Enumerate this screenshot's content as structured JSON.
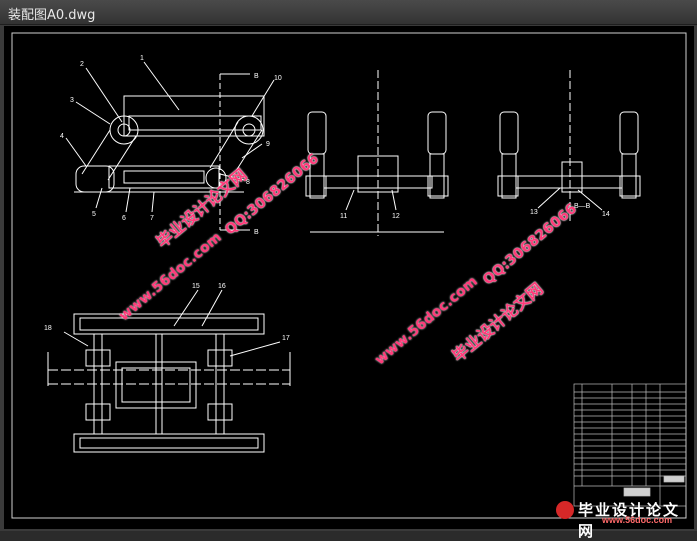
{
  "window": {
    "title": "装配图A0.dwg"
  },
  "callouts": {
    "c1": "1",
    "c2": "2",
    "c3": "3",
    "c4": "4",
    "c5": "5",
    "c6": "6",
    "c7": "7",
    "c8": "8",
    "c9": "9",
    "c10": "10",
    "c11": "11",
    "c12": "12",
    "c13": "13",
    "c14": "14",
    "c15": "15",
    "c16": "16",
    "c17": "17",
    "c18": "18"
  },
  "section_labels": {
    "b_top": "B",
    "b_bottom": "B",
    "section_bb": "B—B"
  },
  "watermarks": {
    "brand": "毕业设计论文网",
    "url": "www.56doc.com",
    "qq": "QQ:306826066"
  },
  "footer": {
    "brand": "毕业设计论文网",
    "url": "www.56doc.com"
  },
  "colors": {
    "background": "#000000",
    "line": "#ffffff",
    "watermark_red": "#ff3b7a",
    "watermark_gold": "#ffd24d"
  }
}
